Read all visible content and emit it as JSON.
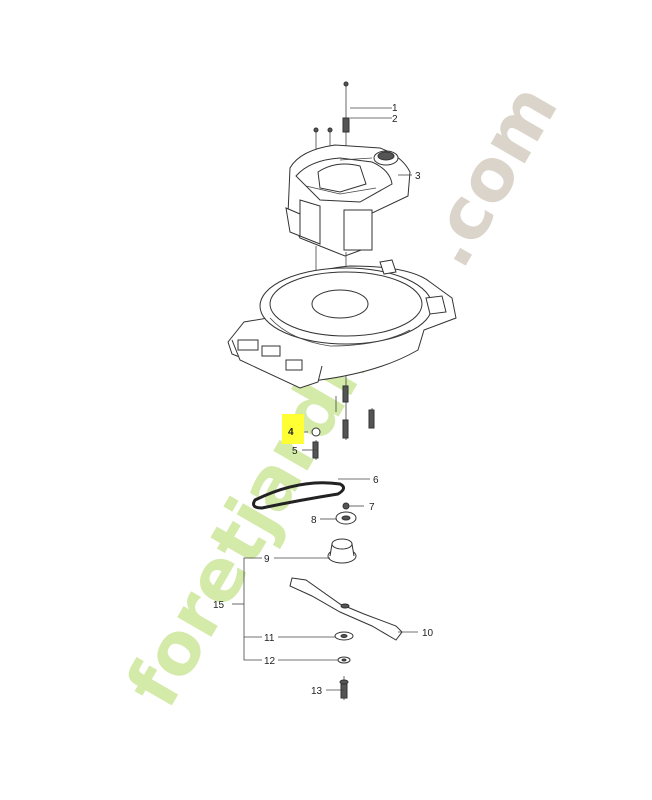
{
  "diagram": {
    "callouts": [
      {
        "id": "c1",
        "number": "1"
      },
      {
        "id": "c2",
        "number": "2"
      },
      {
        "id": "c3",
        "number": "3"
      },
      {
        "id": "c4",
        "number": "4",
        "highlight": "#ffff33"
      },
      {
        "id": "c5",
        "number": "5"
      },
      {
        "id": "c6",
        "number": "6"
      },
      {
        "id": "c7",
        "number": "7"
      },
      {
        "id": "c8",
        "number": "8"
      },
      {
        "id": "c9",
        "number": "9"
      },
      {
        "id": "c10",
        "number": "10"
      },
      {
        "id": "c11",
        "number": "11"
      },
      {
        "id": "c12",
        "number": "12"
      },
      {
        "id": "c13",
        "number": "13"
      },
      {
        "id": "c15",
        "number": "15"
      }
    ]
  },
  "watermark": {
    "main": "foretjardin",
    "suffix": ".com",
    "color_green": "#cfe8a6",
    "color_grey": "#d8d2c8"
  }
}
